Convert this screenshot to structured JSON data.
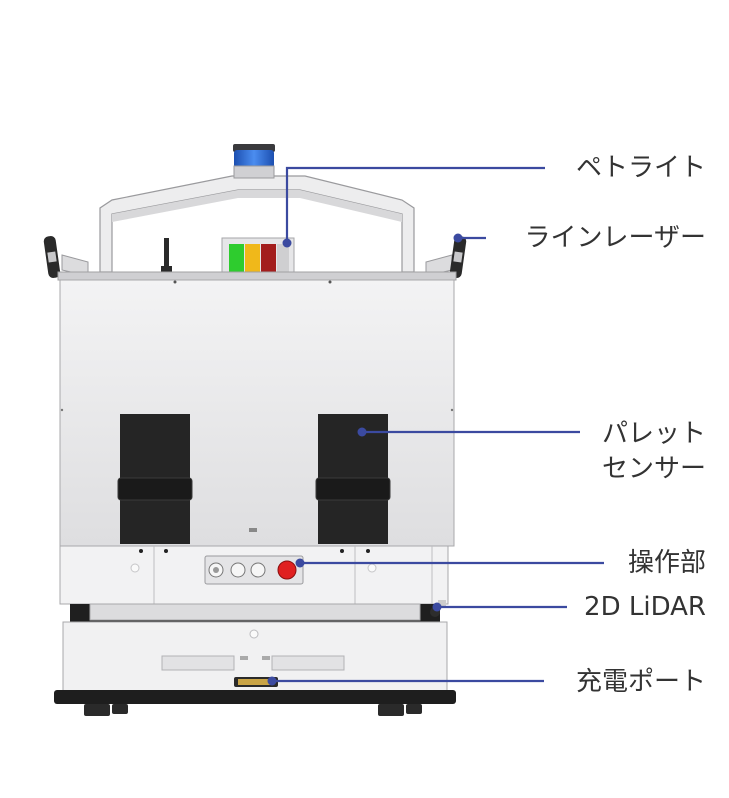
{
  "labels": {
    "patlite": "ペトライト",
    "line_laser": "ラインレーザー",
    "pallet_sensor_line1": "パレット",
    "pallet_sensor_line2": "センサー",
    "operation_panel": "操作部",
    "lidar": "2D LiDAR",
    "charging_port": "充電ポート"
  },
  "colors": {
    "callout": "#3b4aa0",
    "label_text": "#333333",
    "body_light": "#e8e8ea",
    "body_mid": "#d4d4d6",
    "sensor_dark": "#252525",
    "base_dark": "#1e1e1e",
    "lamp_blue": "#2a6ad8",
    "signal_green": "#2ecc2e",
    "signal_yellow": "#f0b81a",
    "signal_red": "#a31d1d",
    "estop_red": "#e02020"
  }
}
